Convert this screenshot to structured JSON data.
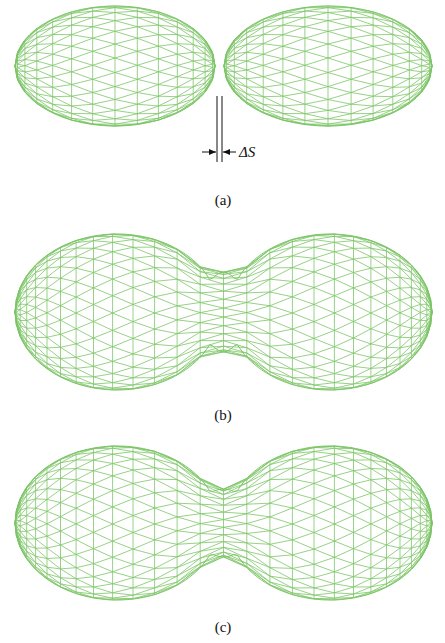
{
  "diagram": {
    "labels": [
      "ΔS",
      "(a)",
      "(b)",
      "(c)"
    ]
  }
}
